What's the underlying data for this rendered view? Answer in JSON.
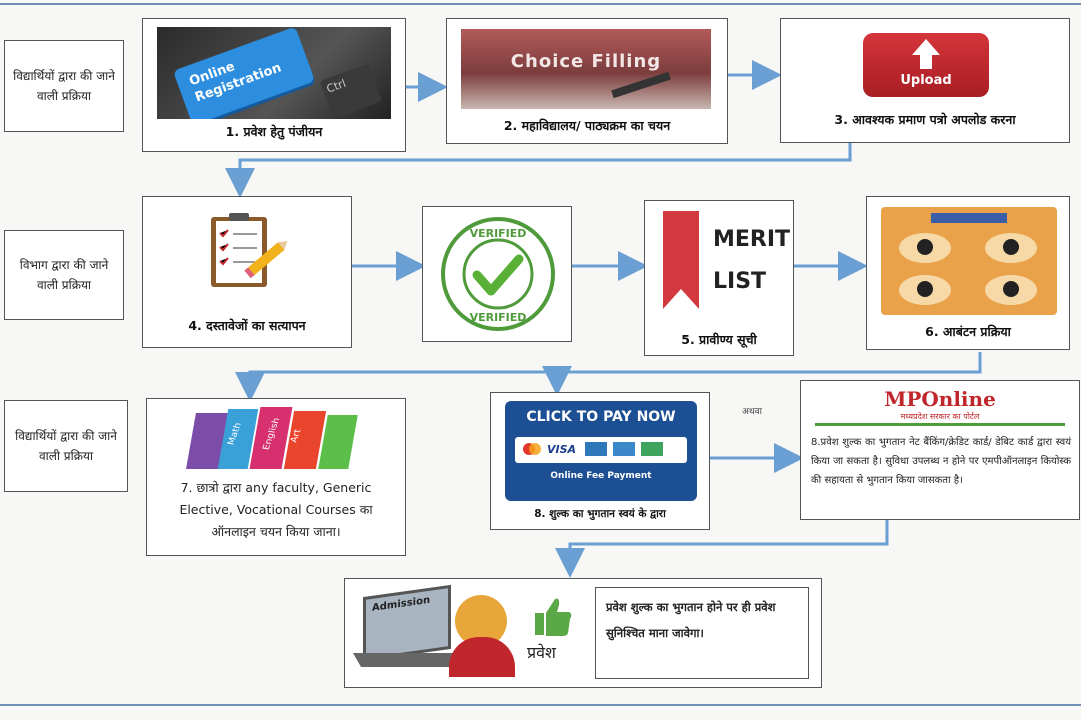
{
  "side_labels": {
    "students_1": "विद्यार्थियों द्वारा की जाने वाली प्रक्रिया",
    "department": "विभाग द्वारा की जाने वाली प्रक्रिया",
    "students_2": "विद्यार्थियों द्वारा की जाने वाली प्रक्रिया"
  },
  "steps": {
    "s1": {
      "caption": "1. प्रवेश हेतु पंजीयन",
      "image_text": "Online Registration",
      "key_text": "Ctrl"
    },
    "s2": {
      "caption": "2. महाविद्यालय/ पाठ्यक्रम का चयन",
      "image_text": "Choice Filling"
    },
    "s3": {
      "caption": "3. आवश्यक प्रमाण पत्रो अपलोड करना",
      "image_text": "Upload"
    },
    "s4": {
      "caption": "4. दस्तावेजों का सत्यापन"
    },
    "verified": {
      "top_text": "VERIFIED",
      "bottom_text": "VERIFIED"
    },
    "s5": {
      "caption": "5. प्रावीण्य सूची",
      "merit_line1": "MERIT",
      "merit_line2": "LIST"
    },
    "s6": {
      "caption": "6. आबंटन प्रक्रिया"
    },
    "s7": {
      "caption": "7. छात्रो द्वारा any faculty, Generic Elective, Vocational Courses का ऑनलाइन चयन किया जाना।",
      "books": [
        "Math",
        "English",
        "Art"
      ]
    },
    "s8a": {
      "caption": "8. शुल्क का भुगतान स्वयं के द्वारा",
      "banner": "CLICK TO PAY NOW",
      "cards": [
        "VISA"
      ],
      "footer": "Online Fee Payment"
    },
    "or_label": "अथवा",
    "s8b": {
      "logo": "MPOnline",
      "logo_sub": "मध्यप्रदेश सरकार का पोर्टल",
      "text": "8.प्रवेश शुल्क का भुगतान नेट बैंकिंग/क्रेडिट कार्ड/ डेबिट कार्ड द्वारा स्वयं किया जा सकता है। सुविधा उपलब्ध न होने पर एमपीऑनलाइन कियोस्क की सहायता से भुगतान किया जासकता है।"
    },
    "final": {
      "screen_text": "Admission",
      "label": "प्रवेश",
      "text": "प्रवेश शुल्क का भुगतान होने पर ही प्रवेश सुनिश्चित माना जावेगा।"
    }
  },
  "colors": {
    "arrow": "#6a9fd4",
    "upload_red": "#c0272d",
    "verify_green": "#4f9a3a",
    "merit_red": "#d33a3f",
    "pay_blue": "#1c4f93",
    "thumb_green": "#5aa846"
  }
}
